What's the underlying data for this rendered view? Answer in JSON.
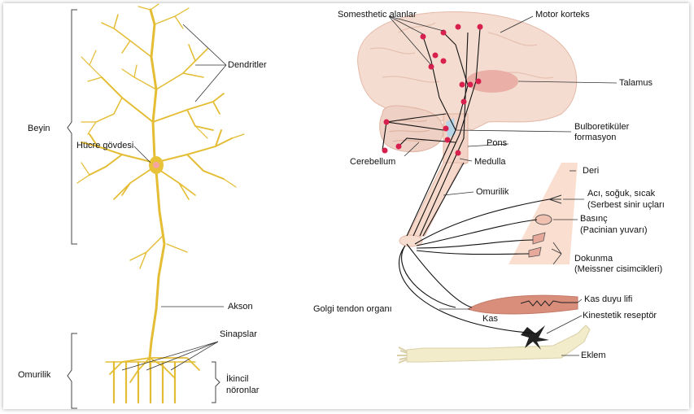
{
  "labels": {
    "beyin": "Beyin",
    "omurilik_left": "Omurilik",
    "dendritler": "Dendritler",
    "hucre_govdesi": "Hücre gövdesi",
    "akson": "Akson",
    "sinapslar": "Sinapslar",
    "ikincil_1": "İkincil",
    "ikincil_2": "nöronlar",
    "somesthetic": "Somesthetic alanlar",
    "motor_korteks": "Motor korteks",
    "talamus": "Talamus",
    "bulbo_1": "Bulboretiküler",
    "bulbo_2": "formasyon",
    "pons": "Pons",
    "cerebellum": "Cerebellum",
    "medulla": "Medulla",
    "deri": "Deri",
    "omurilik_right": "Omurilik",
    "aci_1": "Acı, soğuk, sıcak",
    "aci_2": "(Serbest sinir uçları",
    "basinc_1": "Basınç",
    "basinc_2": "(Pacinian yuvarı)",
    "dokunma_1": "Dokunma",
    "dokunma_2": "(Meissner cisimcikleri)",
    "kas_duyu": "Kas duyu lifi",
    "golgi": "Golgi tendon organı",
    "kas": "Kas",
    "kinestetik": "Kinestetik reseptör",
    "eklem": "Eklem"
  },
  "colors": {
    "neuron": "#e8c33a",
    "brain": "#f5dcd0",
    "brain_dark": "#e9bfb0",
    "thalamus": "#e29b93",
    "cord": "#f7d9cb",
    "skin": "#f9dccb",
    "muscle": "#d98e7c",
    "dot": "#d8204f",
    "bone": "#f3eccb"
  }
}
